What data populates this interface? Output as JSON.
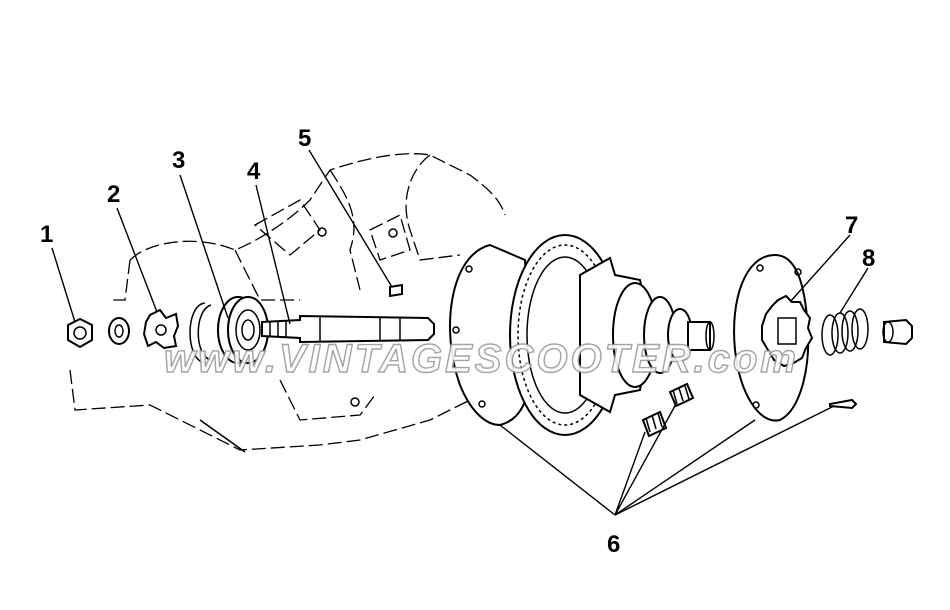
{
  "diagram": {
    "callouts": [
      {
        "number": "1"
      },
      {
        "number": "2"
      },
      {
        "number": "3"
      },
      {
        "number": "4"
      },
      {
        "number": "5"
      },
      {
        "number": "6"
      },
      {
        "number": "7"
      },
      {
        "number": "8"
      }
    ],
    "watermark": "www.VINTAGESCOOTER.com"
  }
}
